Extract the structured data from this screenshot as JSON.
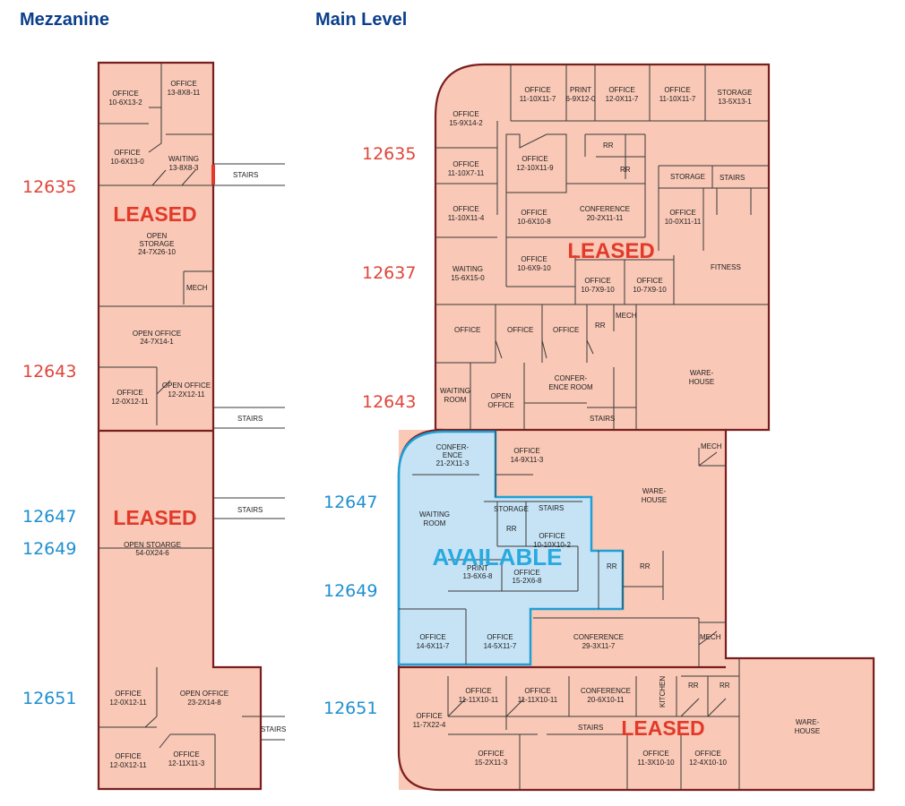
{
  "colors": {
    "heading": "#0b3f8c",
    "leased_text": "#e23a2a",
    "available_text": "#28a9e0",
    "address_leased": "#e0453a",
    "address_available": "#1f8fd0",
    "leased_fill": "#f9c8b6",
    "available_fill": "#c5e3f5"
  },
  "headings": {
    "mezzanine": "Mezzanine",
    "main": "Main Level"
  },
  "mezz_addresses": {
    "a12635": "12635",
    "a12643": "12643",
    "a12647": "12647",
    "a12649": "12649",
    "a12651": "12651"
  },
  "main_addresses": {
    "a12635": "12635",
    "a12637": "12637",
    "a12643": "12643",
    "a12647": "12647",
    "a12649": "12649",
    "a12651": "12651"
  },
  "status": {
    "leased": "LEASED",
    "available": "AVAILABLE"
  },
  "mezz_rooms": {
    "office_10_6x13_2": [
      "OFFICE",
      "10-6X13-2"
    ],
    "office_13_8x8_11": [
      "OFFICE",
      "13-8X8-11"
    ],
    "office_10_6x13_0": [
      "OFFICE",
      "10-6X13-0"
    ],
    "waiting_13_8x8_3": [
      "WAITING",
      "13-8X8-3"
    ],
    "stairs_1": [
      "STAIRS"
    ],
    "open_storage_24": [
      "OPEN",
      "STORAGE",
      "24-7X26-10"
    ],
    "mech": [
      "MECH"
    ],
    "open_office_24": [
      "OPEN OFFICE",
      "24-7X14-1"
    ],
    "office_12_0x12_11_a": [
      "OFFICE",
      "12-0X12-11"
    ],
    "open_office_12": [
      "OPEN OFFICE",
      "12-2X12-11"
    ],
    "stairs_2": [
      "STAIRS"
    ],
    "stairs_3": [
      "STAIRS"
    ],
    "open_storage_54": [
      "OPEN STOARGE",
      "54-0X24-6"
    ],
    "office_12_0x12_11_b": [
      "OFFICE",
      "12-0X12-11"
    ],
    "open_office_23": [
      "OPEN OFFICE",
      "23-2X14-8"
    ],
    "stairs_4": [
      "STAIRS"
    ],
    "office_12_0x12_11_c": [
      "OFFICE",
      "12-0X12-11"
    ],
    "office_12_11x11_3": [
      "OFFICE",
      "12-11X11-3"
    ]
  },
  "main_rooms": {
    "office_11_10x11_7_a": [
      "OFFICE",
      "11-10X11-7"
    ],
    "print_6_9x12_0": [
      "PRINT",
      "6-9X12-0"
    ],
    "office_12_0x11_7": [
      "OFFICE",
      "12-0X11-7"
    ],
    "office_11_10x11_7_b": [
      "OFFICE",
      "11-10X11-7"
    ],
    "storage_13_5x13_1": [
      "STORAGE",
      "13-5X13-1"
    ],
    "office_15_9x14_2": [
      "OFFICE",
      "15-9X14-2"
    ],
    "rr_1": [
      "RR"
    ],
    "rr_2": [
      "RR"
    ],
    "office_12_10x11_9": [
      "OFFICE",
      "12-10X11-9"
    ],
    "office_11_10x7_11": [
      "OFFICE",
      "11-10X7-11"
    ],
    "storage_2": [
      "STORAGE"
    ],
    "stairs_a": [
      "STAIRS"
    ],
    "conference_20": [
      "CONFERENCE",
      "20-2X11-11"
    ],
    "office_11_10x11_4": [
      "OFFICE",
      "11-10X11-4"
    ],
    "office_10_6x10_8": [
      "OFFICE",
      "10-6X10-8"
    ],
    "office_10_0x11_11": [
      "OFFICE",
      "10-0X11-11"
    ],
    "waiting_15_6x15_0": [
      "WAITING",
      "15-6X15-0"
    ],
    "office_10_6x9_10": [
      "OFFICE",
      "10-6X9-10"
    ],
    "fitness": [
      "FITNESS"
    ],
    "office_10_7x9_10_a": [
      "OFFICE",
      "10-7X9-10"
    ],
    "office_10_7x9_10_b": [
      "OFFICE",
      "10-7X9-10"
    ],
    "office_p1": [
      "OFFICE"
    ],
    "office_p2": [
      "OFFICE"
    ],
    "office_p3": [
      "OFFICE"
    ],
    "rr_3": [
      "RR"
    ],
    "mech_a": [
      "MECH"
    ],
    "warehouse_1": [
      "WARE-",
      "HOUSE"
    ],
    "waiting_room_1": [
      "WAITING",
      "ROOM"
    ],
    "open_office_1": [
      "OPEN",
      "OFFICE"
    ],
    "conference_room_1": [
      "CONFER-",
      "ENCE ROOM"
    ],
    "stairs_b": [
      "STAIRS"
    ],
    "conference_21": [
      "CONFER-",
      "ENCE",
      "21-2X11-3"
    ],
    "office_14_9x11_3": [
      "OFFICE",
      "14-9X11-3"
    ],
    "mech_b": [
      "MECH"
    ],
    "warehouse_2": [
      "WARE-",
      "HOUSE"
    ],
    "waiting_room_2": [
      "WAITING",
      "ROOM"
    ],
    "storage_3": [
      "STORAGE"
    ],
    "stairs_c": [
      "STAIRS"
    ],
    "rr_4": [
      "RR"
    ],
    "office_10_10x10_2": [
      "OFFICE",
      "10-10X10-2"
    ],
    "print_13_6x6_8": [
      "PRINT",
      "13-6X6-8"
    ],
    "office_15_2x6_8": [
      "OFFICE",
      "15-2X6-8"
    ],
    "rr_5": [
      "RR"
    ],
    "rr_6": [
      "RR"
    ],
    "office_14_6x11_7": [
      "OFFICE",
      "14-6X11-7"
    ],
    "office_14_5x11_7": [
      "OFFICE",
      "14-5X11-7"
    ],
    "conference_29": [
      "CONFERENCE",
      "29-3X11-7"
    ],
    "mech_c": [
      "MECH"
    ],
    "office_11_7x22_4": [
      "OFFICE",
      "11-7X22-4"
    ],
    "office_11_11x10_11": [
      "OFFICE",
      "11-11X10-11"
    ],
    "office_11_11x10_11_b": [
      "OFFICE",
      "11-11X10-11"
    ],
    "conference_20_6": [
      "CONFERENCE",
      "20-6X10-11"
    ],
    "kitchen": [
      "KITCHEN"
    ],
    "rr_7": [
      "RR"
    ],
    "rr_8": [
      "RR"
    ],
    "warehouse_3": [
      "WARE-",
      "HOUSE"
    ],
    "stairs_d": [
      "STAIRS"
    ],
    "office_15_2x11_3": [
      "OFFICE",
      "15-2X11-3"
    ],
    "office_11_3x10_10": [
      "OFFICE",
      "11-3X10-10"
    ],
    "office_12_4x10_10": [
      "OFFICE",
      "12-4X10-10"
    ]
  }
}
